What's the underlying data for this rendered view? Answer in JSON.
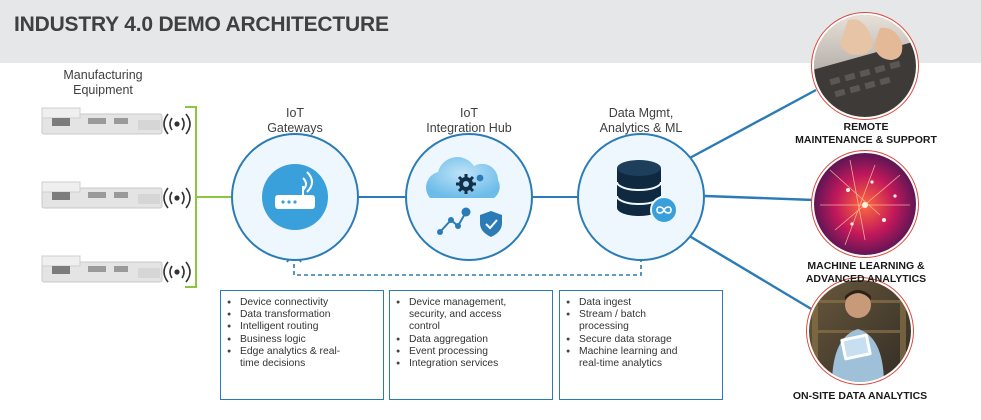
{
  "title": "INDUSTRY 4.0 DEMO ARCHITECTURE",
  "equipment": {
    "line1": "Manufacturing",
    "line2": "Equipment"
  },
  "nodes": [
    {
      "id": "gateway",
      "line1": "IoT",
      "line2": "Gateways",
      "icon": "router-icon"
    },
    {
      "id": "hub",
      "line1": "IoT",
      "line2": "Integration Hub",
      "icon": "cloud-gear-icon"
    },
    {
      "id": "data",
      "line1": "Data Mgmt,",
      "line2": "Analytics & ML",
      "icon": "database-icon"
    }
  ],
  "boxes": [
    {
      "items": [
        "Device connectivity",
        "Data transformation",
        "Intelligent routing",
        "Business logic",
        "Edge analytics & real-",
        "time decisions"
      ]
    },
    {
      "items": [
        "Device management,",
        "security, and access",
        "control",
        "Data aggregation",
        "Event processing",
        "Integration services"
      ]
    },
    {
      "items": [
        "Data ingest",
        "Stream / batch",
        "processing",
        "Secure data storage",
        "Machine learning and",
        "real-time analytics"
      ]
    }
  ],
  "outcomes": [
    {
      "line1": "REMOTE",
      "line2": "MAINTENANCE & SUPPORT",
      "image": "keyboard-typing-photo"
    },
    {
      "line1": "MACHINE LEARNING &",
      "line2": "ADVANCED ANALYTICS",
      "image": "neural-network-photo"
    },
    {
      "line1": "ON-SITE DATA ANALYTICS",
      "line2": "",
      "image": "person-with-tablet-photo"
    }
  ],
  "colors": {
    "accent": "#2a7bb6",
    "connector_green": "#8cc63f",
    "circle_fill": "#eef7fd",
    "outcome_ring": "#d94a3c"
  }
}
